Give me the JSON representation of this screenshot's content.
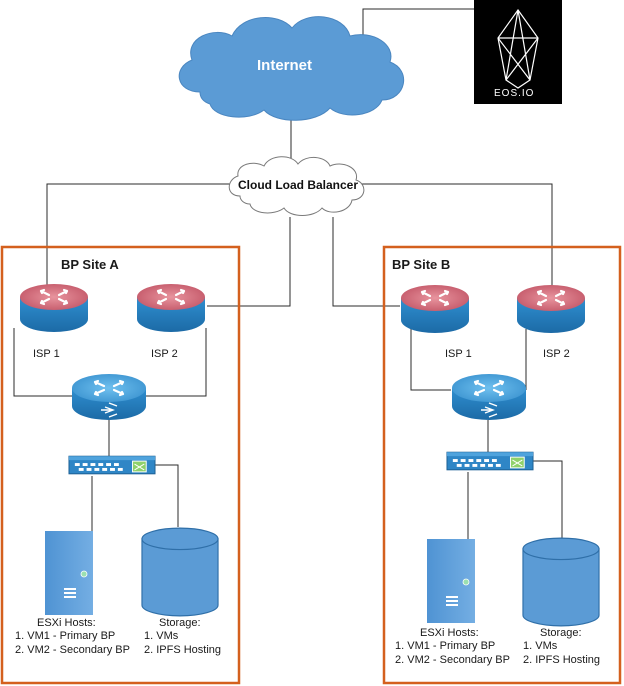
{
  "internet": {
    "label": "Internet"
  },
  "logo": {
    "text": "EOS.IO"
  },
  "load_balancer": {
    "label": "Cloud Load Balancer"
  },
  "site_a": {
    "title": "BP Site A",
    "isp1": "ISP 1",
    "isp2": "ISP 2",
    "hosts_title": "ESXi Hosts:",
    "hosts": [
      "1. VM1 - Primary BP",
      "2. VM2 - Secondary BP"
    ],
    "storage_title": "Storage:",
    "storage": [
      "1. VMs",
      "2. IPFS Hosting"
    ]
  },
  "site_b": {
    "title": "BP Site B",
    "isp1": "ISP 1",
    "isp2": "ISP 2",
    "hosts_title": "ESXi Hosts:",
    "hosts": [
      "1. VM1 - Primary BP",
      "2. VM2 - Secondary BP"
    ],
    "storage_title": "Storage:",
    "storage": [
      "1. VMs",
      "2. IPFS Hosting"
    ]
  },
  "colors": {
    "site_border": "#d4601e",
    "cloud_fill": "#5b9bd5",
    "router_top": "#c85a6a",
    "device_blue": "#2f86c6",
    "storage_fill": "#5b9bd5"
  },
  "icons": [
    "cloud-icon",
    "eos-logo",
    "router-icon",
    "core-router-icon",
    "switch-icon",
    "server-icon",
    "storage-icon"
  ]
}
